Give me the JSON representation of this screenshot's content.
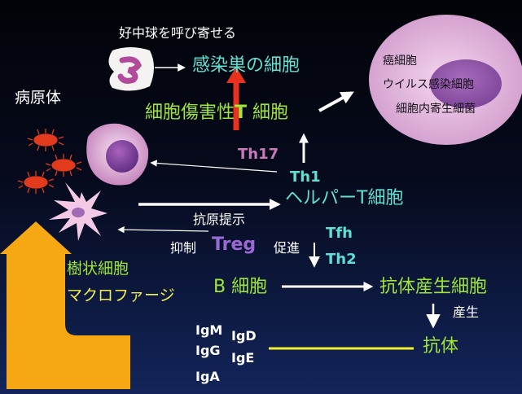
{
  "colors": {
    "background_top": "#020308",
    "background_bottom": "#12245a",
    "teal_text": "#5ee0d2",
    "green_text": "#9ee63a",
    "yellow_text": "#f2ee55",
    "purple_text": "#9b69d6",
    "pink_text": "#c978b8",
    "red_arrow": "#e8321e",
    "orange_arrow": "#f5a814",
    "target_ellipse": "#dcaed8"
  },
  "labels": {
    "neutrophil_recruit": "好中球を呼び寄せる",
    "infected_focus": "感染巣の細胞",
    "pathogen": "病原体",
    "ctl": "細胞傷害性",
    "ctl_t": "T",
    "ctl_cell": "細胞",
    "th17": "Th17",
    "th1": "Th1",
    "helper_t": "ヘルパーT細胞",
    "antigen_presentation": "抗原提示",
    "suppression": "抑制",
    "treg": "Treg",
    "promotion": "促進",
    "tfh": "Tfh",
    "th2": "Th2",
    "dendritic_cell": "樹状細胞",
    "macrophage": "マクロファージ",
    "b_cell": "B 細胞",
    "plasma_cell": "抗体産生細胞",
    "production": "産生",
    "antibody": "抗体"
  },
  "targets": {
    "cancer_cell": "癌細胞",
    "virus_infected": "ウイルス感染細胞",
    "intracellular_bacteria": "細胞内寄生細菌"
  },
  "immunoglobulins": {
    "igm": "IgM",
    "igd": "IgD",
    "igg": "IgG",
    "ige": "IgE",
    "iga": "IgA"
  },
  "icons": [
    "neutrophil-icon",
    "bacteria-icon",
    "macrophage-icon",
    "dendritic-cell-icon"
  ]
}
